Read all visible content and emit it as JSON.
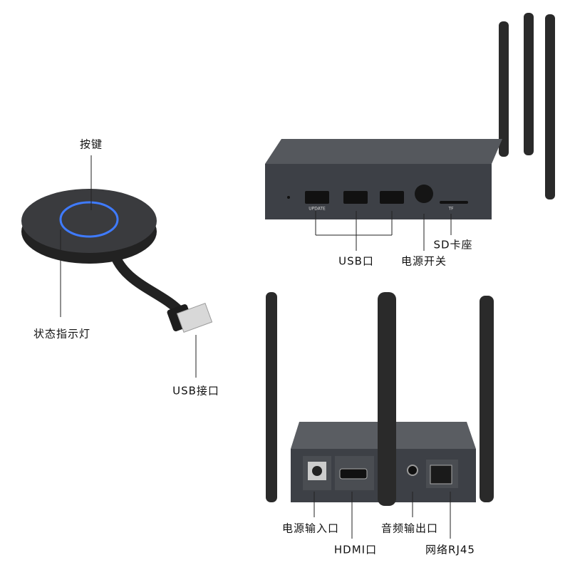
{
  "labels": {
    "button": "按键",
    "status_light": "状态指示灯",
    "usb_connector": "USB接口",
    "usb_port": "USB口",
    "power_switch": "电源开关",
    "sd_slot": "SD卡座",
    "power_input": "电源输入口",
    "hdmi_port": "HDMI口",
    "audio_out": "音频输出口",
    "network": "网络RJ45"
  },
  "port_marks": {
    "update": "UPDATE",
    "tf": "TF"
  },
  "colors": {
    "device": "#3a3d42",
    "ring": "#3f7bff",
    "line": "#222222"
  }
}
